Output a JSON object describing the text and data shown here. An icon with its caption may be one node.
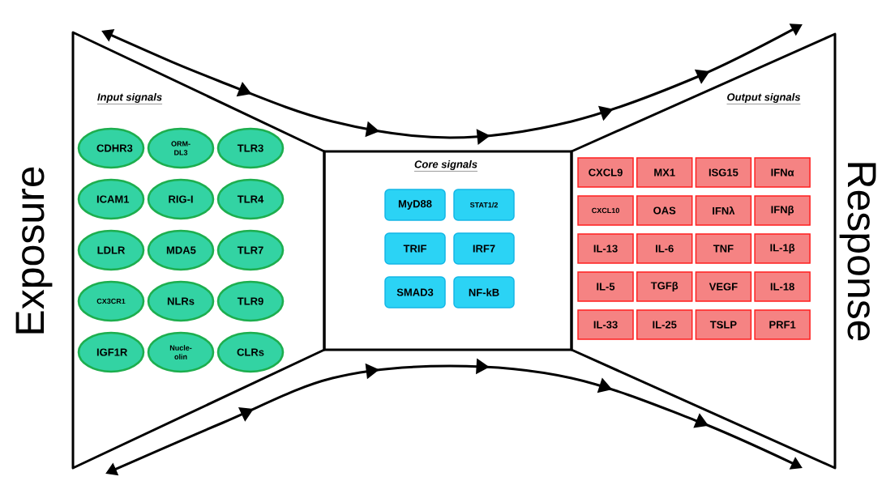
{
  "diagram": {
    "nodes": [
      {
        "text": [
          "Input signals"
        ]
      },
      {
        "text": [
          "CDHR3"
        ],
        "in": 0
      },
      {
        "text": [
          "ORM-DL3"
        ],
        "in": 0
      },
      {
        "text": [
          "TLR3"
        ],
        "in": 0
      },
      {
        "text": [
          "ICAM1"
        ],
        "in": 0
      },
      {
        "text": [
          "RIG-I"
        ],
        "in": 0
      },
      {
        "text": [
          "TLR4"
        ],
        "in": 0
      },
      {
        "text": [
          "LDLR"
        ],
        "in": 0
      },
      {
        "text": [
          "MDA5"
        ],
        "in": 0
      },
      {
        "text": [
          "TLR7"
        ],
        "in": 0
      },
      {
        "text": [
          "CX3CR1"
        ],
        "in": 0
      },
      {
        "text": [
          "NLRs"
        ],
        "in": 0
      },
      {
        "text": [
          "TLR9"
        ],
        "in": 0
      },
      {
        "text": [
          "IGF1R"
        ],
        "in": 0
      },
      {
        "text": [
          "Nucle-olin"
        ],
        "in": 0
      },
      {
        "text": [
          "CLRs"
        ],
        "in": 0
      },
      {
        "text": [
          "Core signals"
        ]
      },
      {
        "text": [
          "MyD88"
        ],
        "in": 16
      },
      {
        "text": [
          "STAT1/2"
        ],
        "in": 16
      },
      {
        "text": [
          "TRIF"
        ],
        "in": 16
      },
      {
        "text": [
          "IRF7"
        ],
        "in": 16
      },
      {
        "text": [
          "SMAD3"
        ],
        "in": 16
      },
      {
        "text": [
          "NF-kB"
        ],
        "in": 16
      },
      {
        "text": [
          "Output signals"
        ]
      },
      {
        "text": [
          "CXCL9"
        ],
        "in": 23
      },
      {
        "text": [
          "MX1"
        ],
        "in": 23
      },
      {
        "text": [
          "ISG15"
        ],
        "in": 23
      },
      {
        "text": [
          "IFNα"
        ],
        "in": 23
      },
      {
        "text": [
          "CXCL10"
        ],
        "in": 23
      },
      {
        "text": [
          "OAS"
        ],
        "in": 23
      },
      {
        "text": [
          "IFNλ"
        ],
        "in": 23
      },
      {
        "text": [
          "IFNβ"
        ],
        "in": 23
      },
      {
        "text": [
          "IL-13"
        ],
        "in": 23
      },
      {
        "text": [
          "IL-6"
        ],
        "in": 23
      },
      {
        "text": [
          "TNF"
        ],
        "in": 23
      },
      {
        "text": [
          "IL-1β"
        ],
        "in": 23
      },
      {
        "text": [
          "IL-5"
        ],
        "in": 23
      },
      {
        "text": [
          "TGFβ"
        ],
        "in": 23
      },
      {
        "text": [
          "VEGF"
        ],
        "in": 23
      },
      {
        "text": [
          "IL-18"
        ],
        "in": 23
      },
      {
        "text": [
          "IL-33"
        ],
        "in": 23
      },
      {
        "text": [
          "IL-25"
        ],
        "in": 23
      },
      {
        "text": [
          "TSLP"
        ],
        "in": 23
      },
      {
        "text": [
          "PRF1"
        ],
        "in": 23
      }
    ],
    "labels": [
      "Exposure",
      "Response"
    ]
  }
}
